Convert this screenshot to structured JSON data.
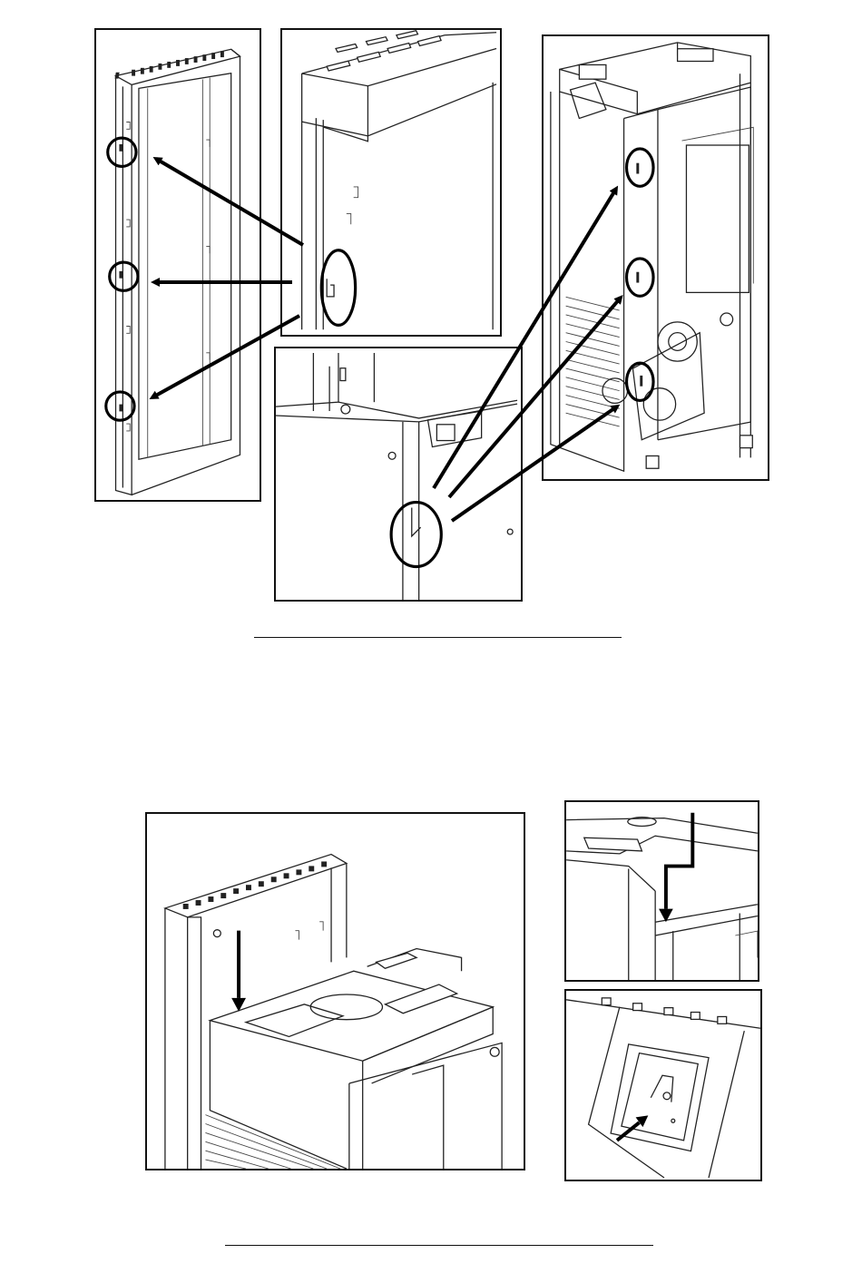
{
  "page": {
    "figures": [
      {
        "name": "side-panel-removed"
      },
      {
        "name": "side-panel-hook-detail"
      },
      {
        "name": "stove-body-rear"
      },
      {
        "name": "frame-slot-detail"
      },
      {
        "name": "top-cover-placement"
      },
      {
        "name": "top-cover-edge-detail"
      },
      {
        "name": "top-cover-screw-detail"
      }
    ],
    "dividers": 2
  }
}
